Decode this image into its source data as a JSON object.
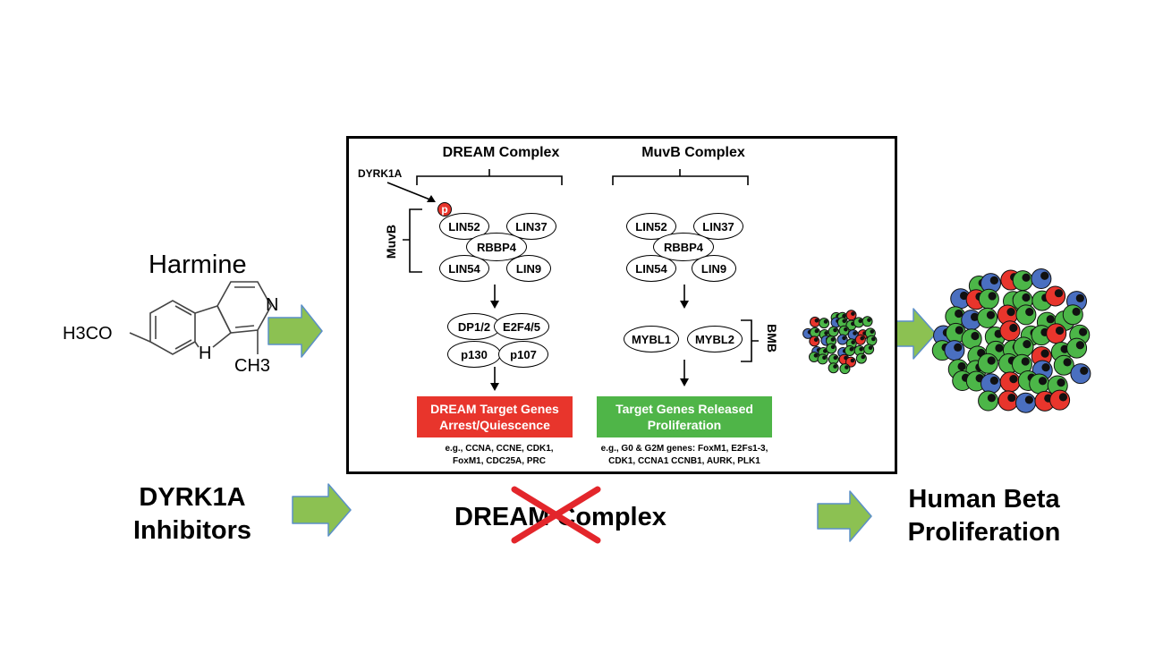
{
  "harmine": {
    "title": "Harmine",
    "methoxy": "H3CO",
    "nh": "H",
    "n_label": "N",
    "methyl": "CH3"
  },
  "inhibitors": {
    "line1": "DYRK1A",
    "line2": "Inhibitors"
  },
  "outcome": {
    "line1": "Human Beta",
    "line2": "Proliferation"
  },
  "dream_crossed": {
    "text": "DREAM Complex"
  },
  "panel": {
    "dream_header": "DREAM Complex",
    "muvb_header": "MuvB Complex",
    "dyrk1a_label": "DYRK1A",
    "phospho_label": "p",
    "muvb_side_label": "MuvB",
    "bmb_side_label": "BMB",
    "left_muvb": {
      "lin52": "LIN52",
      "lin37": "LIN37",
      "rbbp4": "RBBP4",
      "lin54": "LIN54",
      "lin9": "LIN9"
    },
    "right_muvb": {
      "lin52": "LIN52",
      "lin37": "LIN37",
      "rbbp4": "RBBP4",
      "lin54": "LIN54",
      "lin9": "LIN9"
    },
    "dp": "DP1/2",
    "e2f": "E2F4/5",
    "p130": "p130",
    "p107": "p107",
    "mybl1": "MYBL1",
    "mybl2": "MYBL2",
    "dream_targets": {
      "line1": "DREAM Target Genes",
      "line2": "Arrest/Quiescence"
    },
    "released_targets": {
      "line1": "Target Genes Released",
      "line2": "Proliferation"
    },
    "dream_examples": {
      "line1": "e.g., CCNA, CCNE, CDK1,",
      "line2": "FoxM1, CDC25A, PRC"
    },
    "released_examples": {
      "line1": "e.g., G0 & G2M genes: FoxM1, E2Fs1-3,",
      "line2": "CDK1, CCNA1 CCNB1, AURK, PLK1"
    }
  },
  "colors": {
    "arrow_fill": "#8cc152",
    "arrow_stroke": "#5b8fc7",
    "dream_box": "#e8352c",
    "released_box": "#4fb548",
    "cross": "#e3262b",
    "cell_green": "#4cb648",
    "cell_red": "#e8352c",
    "cell_blue": "#4a6fc0",
    "phospho": "#e8352c"
  }
}
